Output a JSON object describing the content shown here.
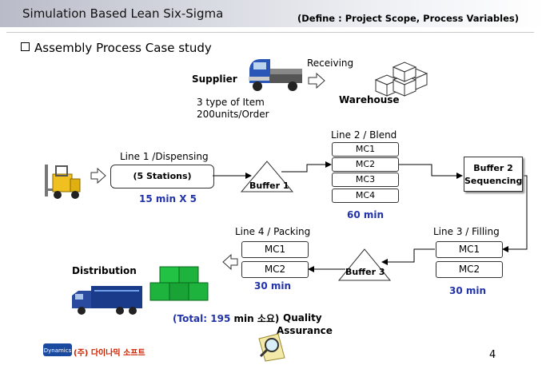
{
  "header": {
    "title": "Simulation Based Lean Six-Sigma",
    "subtitle": "(Define : Project Scope, Process Variables)"
  },
  "section_title": "Assembly Process Case study",
  "supplier": {
    "label": "Supplier",
    "receiving": "Receiving",
    "warehouse": "Warehouse",
    "item_line1": "3 type of Item",
    "item_line2": "200units/Order"
  },
  "line1": {
    "label": "Line 1 /Dispensing",
    "box": "(5 Stations)",
    "time": "15 min X 5"
  },
  "buffer1": "Buffer 1",
  "line2": {
    "label": "Line 2 / Blend",
    "machines": [
      "MC1",
      "MC2",
      "MC3",
      "MC4"
    ],
    "time": "60 min"
  },
  "buffer2": {
    "line1": "Buffer 2",
    "line2": "Sequencing"
  },
  "line3": {
    "label": "Line 3 / Filling",
    "machines": [
      "MC1",
      "MC2"
    ],
    "time": "30 min"
  },
  "buffer3": "Buffer 3",
  "line4": {
    "label": "Line 4 / Packing",
    "machines": [
      "MC1",
      "MC2"
    ],
    "time": "30 min"
  },
  "distribution": "Distribution",
  "total": {
    "prefix": "(Total: ",
    "value": "195",
    "suffix": " min 소요)"
  },
  "quality": {
    "line1": "Quality",
    "line2": "Assurance"
  },
  "footer": {
    "logo_mark": "Dynamics",
    "company": "(주) 다이나믹 소프트",
    "page": "4"
  },
  "colors": {
    "accent_blue": "#2233aa",
    "box_green": "#1db33c",
    "logo_red": "#cc2200"
  }
}
